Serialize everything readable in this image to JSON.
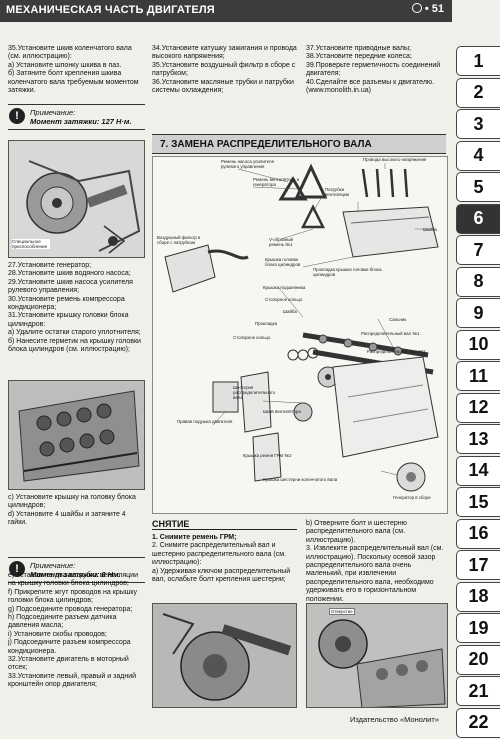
{
  "header": {
    "title": "Механическая часть двигателя",
    "page": "51"
  },
  "sidebar": {
    "tabs": [
      "1",
      "2",
      "3",
      "4",
      "5",
      "6",
      "7",
      "8",
      "9",
      "10",
      "11",
      "12",
      "13",
      "14",
      "15",
      "16",
      "17",
      "18",
      "19",
      "20",
      "21",
      "22"
    ],
    "active": "6"
  },
  "col1_top": [
    "35.Установите шкив коленчатого вала (см. иллюстрацию):",
    "а) Установите шпонку шкива в паз.",
    "б) Затяните болт крепления шкива коленчатого вала требуемым моментом затяжки."
  ],
  "note1": {
    "label": "Примечание:",
    "value": "Момент затяжки: 127 Н·м."
  },
  "photo1_caption": "Специальное приспособление",
  "col1_mid": [
    "27.Установите генератор;",
    "28.Установите шкив водяного насоса;",
    "29.Установите шкив насоса усилителя рулевого управления;",
    "30.Установите ремень компрессора кондиционера;",
    "31.Установите крышку головки блока цилиндров:",
    "а) Удалите остатки старого уплотнителя;",
    "б) Нанесите герметик на крышку головки блока цилиндров (см. иллюстрацию);"
  ],
  "col1_after_photo": [
    "с) Установите крышку на головку блока цилиндров;",
    "d) Установите 4 шайбы и затяните 4 гайки."
  ],
  "note2": {
    "label": "Примечание:",
    "value": "Момент затяжки: 8 Нм."
  },
  "col1_bottom": [
    "е) Установите два патрубка вентиляции на крышку головки блока цилиндров;",
    "f) Прикрепите жгут проводов на крышку головки блока цилиндров;",
    "g) Подсоедините провода генератора;",
    "h) Подсоедините разъем датчика давления масла;",
    "i) Установите скобы проводов;",
    "j) Подсоедините разъем компрессора кондиционера.",
    "32.Установите двигатель в моторный отсек;",
    "33.Установите левый, правый и задний кронштейн опор двигателя;"
  ],
  "col2_top": [
    "34.Установите катушку зажигания и провода высокого напряжения;",
    "35.Установите воздушный фильтр в сборе с патрубком;",
    "36.Установите масляные трубки и патрубки системы охлаждения;"
  ],
  "col3_top": [
    "37.Установите приводные валы;",
    "38.Установите передние колеса;",
    "39.Проверьте герметичность соединений двигателя;",
    "40.Сделайте все разъемы к двигателю. (www.monolith.in.ua)"
  ],
  "section": {
    "title": "7. Замена распределительного вала"
  },
  "diagram_labels": {
    "pump_belt": "Ремень насоса усилителя рулевого управления",
    "fan_belt": "Ремень вентилятора и генератора",
    "hv_wires": "Провода высокого напряжения",
    "vent_hoses": "Патрубки вентиляции",
    "air_filter": "Воздушный фильтр в сборе с патрубком",
    "v_belt": "V-образный ремень №1",
    "head_cover": "Крышка головки блока цилиндров",
    "washer": "Шайба",
    "gasket": "Прокладка крышки головки блока цилиндров",
    "bearing_cap": "Крышка подшипника",
    "retaining_ring": "Стопорное кольцо",
    "washer2": "Шайба",
    "gasket2": "Прокладка",
    "retaining_ring2": "Стопорное кольцо",
    "camshaft1": "Распределительный вал №1",
    "camshaft2": "Распределительный вал №2",
    "seal": "Сальник",
    "cam_gear": "Шестерня распределительного вала",
    "fan_pulley": "Шкив вентилятора",
    "right_mount": "Правая подушка двигателя",
    "timing_cover2": "Крышка ремня ГРМ №2",
    "crank_gear_cover": "Крышка шестерни коленчатого вала",
    "generator": "Генератор в сборе"
  },
  "removal": {
    "title": "Снятие",
    "steps": [
      "1. Снимите ремень ГРМ;",
      "2. Снимите распределительный вал и шестерню распределительного вала (см. иллюстрацию):",
      "а) Удерживая ключом распределительный вал, ослабьте болт крепления шестерни;"
    ],
    "steps_right": [
      "b) Отверните болт и шестерню распределительного вала (см. иллюстрацию).",
      "3. Извлеките распределительный вал (см. иллюстрацию). Поскольку осевой зазор распределительного вала очень маленький, при извлечении распределительного вала, необходимо удерживать его в горизонтальном положении."
    ]
  },
  "photo_caption": "Отверстие",
  "footer": "Издательство «Монолит»"
}
